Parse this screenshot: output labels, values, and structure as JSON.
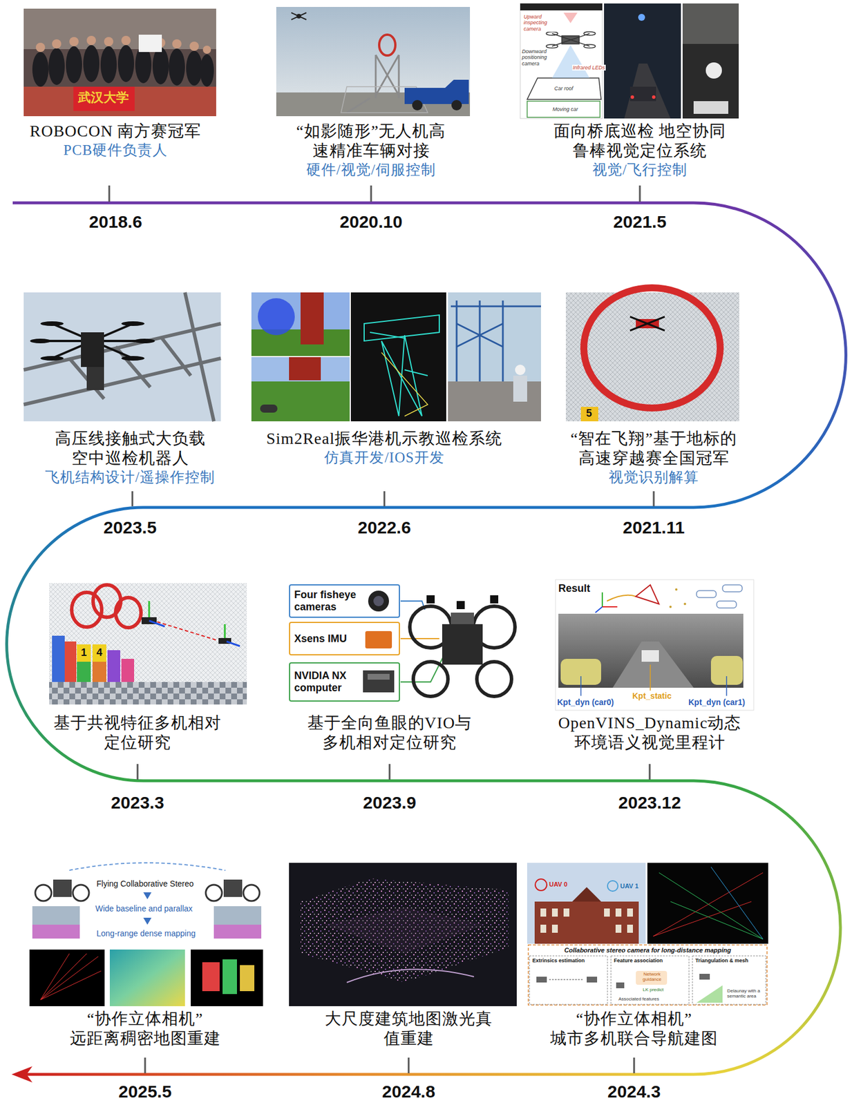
{
  "diagram": {
    "nodes": [
      {
        "text": [
          "ROBOCON 南方赛冠军",
          "PCB硬件负责人",
          "2018.6"
        ]
      },
      {
        "text": [
          "“如影随形”无人机高 速精准车辆对接",
          "硬件/视觉/伺服控制",
          "2020.10"
        ]
      },
      {
        "text": [
          "面向桥底巡检 地空协同 鲁棒视觉定位系统",
          "视觉/飞行控制",
          "2021.5"
        ]
      },
      {
        "text": [
          "“智在飞翔”基于地标的 高速穿越赛全国冠军",
          "视觉识别解算",
          "2021.11"
        ]
      },
      {
        "text": [
          "Sim2Real振华港机示教巡检系统",
          "仿真开发/IOS开发",
          "2022.6"
        ]
      },
      {
        "text": [
          "高压线接触式大负载 空中巡检机器人",
          "飞机结构设计/遥操作控制",
          "2023.5"
        ]
      },
      {
        "text": [
          "基于共视特征多机相对 定位研究",
          "2023.3"
        ]
      },
      {
        "text": [
          "基于全向鱼眼的VIO与 多机相对定位研究",
          "2023.9"
        ]
      },
      {
        "text": [
          "OpenVINS_Dynamic动态 环境语义视觉里程计",
          "2023.12"
        ]
      },
      {
        "text": [
          "“协作立体相机” 城市多机联合导航建图",
          "2024.3"
        ]
      },
      {
        "text": [
          "大尺度建筑地图激光真 值重建",
          "2024.8"
        ]
      },
      {
        "text": [
          "“协作立体相机” 远距离稠密地图重建",
          "2025.5"
        ]
      },
      {
        "text": [
          "Four fisheye cameras"
        ]
      },
      {
        "text": [
          "Xsens IMU"
        ]
      },
      {
        "text": [
          "NVIDIA NX computer"
        ]
      }
    ],
    "labels": [
      "武汉大学",
      "Upward inspecting camera",
      "Downward positioning camera",
      "Infrared LEDs",
      "Car roof",
      "Moving car",
      "5",
      "1",
      "4",
      "Result",
      "Kpt_dyn (car0)",
      "Kpt_static",
      "Kpt_dyn (car1)",
      "Flying Collaborative Stereo",
      "Wide baseline and parallax",
      "Long-range dense mapping",
      "UAV 0",
      "UAV 1",
      "Collaborative stereo camera for long-distance mapping",
      "Extrinsics estimation",
      "Feature association",
      "Triangulation & mesh",
      "Network guidance",
      "LK predict",
      "Associated features",
      "Delaunay with a semantic area"
    ]
  }
}
